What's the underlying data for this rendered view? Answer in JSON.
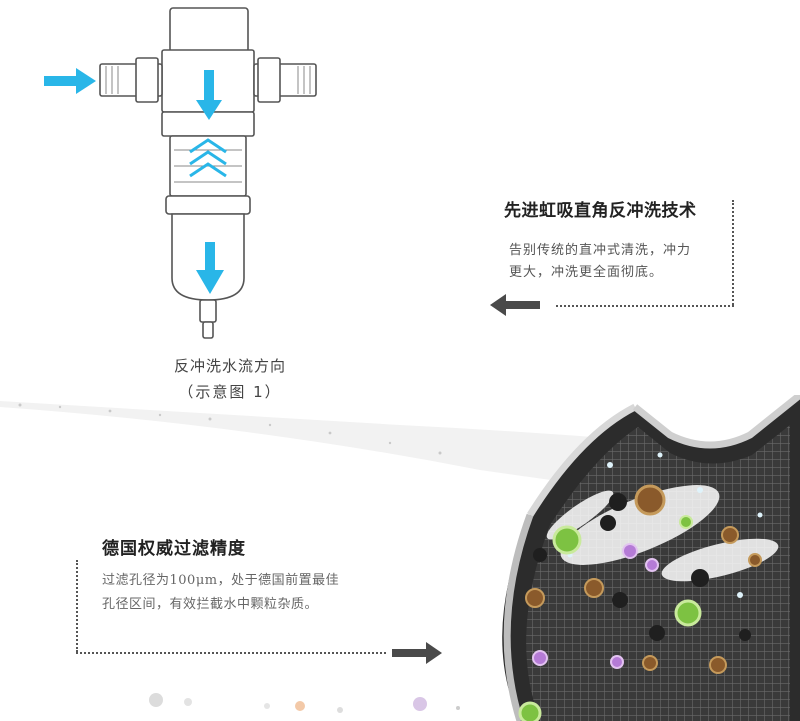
{
  "diagram": {
    "caption_line1": "反冲洗水流方向",
    "caption_line2": "（示意图 1）"
  },
  "tech": {
    "title": "先进虹吸直角反冲洗技术",
    "desc_line1": "告别传统的直冲式清洗，冲力",
    "desc_line2": "更大，冲洗更全面彻底。"
  },
  "precision": {
    "title": "德国权威过滤精度",
    "desc_line1": "过滤孔径为100μm，处于德国前置最佳",
    "desc_line2": "孔径区间，有效拦截水中颗粒杂质。"
  },
  "colors": {
    "flow_arrow": "#29b6e8",
    "pointer_arrow": "#4a4a4a",
    "particle_green": "#7dc242",
    "particle_brown": "#8a5a2b",
    "particle_purple": "#b57bd6",
    "particle_dark": "#1f1f1f"
  },
  "icons": [
    "inlet-arrow-icon",
    "down-flow-arrow-icon",
    "chevron-up-flow-icon",
    "outlet-arrow-icon",
    "pointer-left-arrow-icon",
    "pointer-right-arrow-icon"
  ]
}
